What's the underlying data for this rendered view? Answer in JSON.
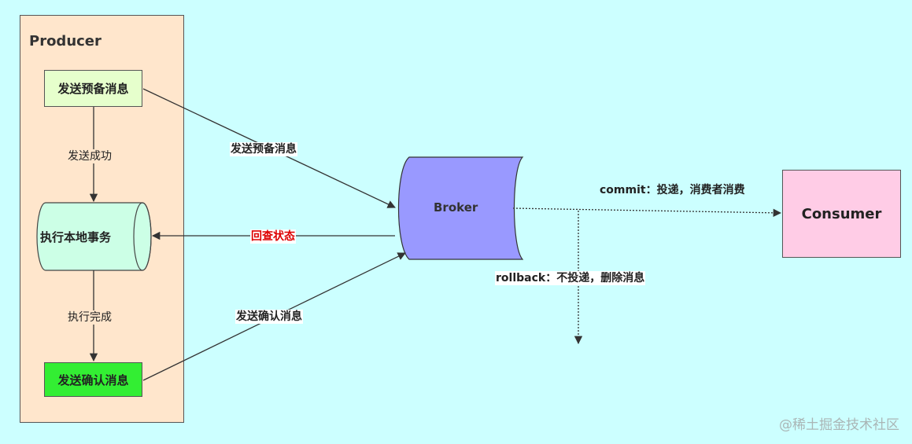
{
  "producer": {
    "title": "Producer",
    "prepare_box": "发送预备消息",
    "local_tx": "执行本地事务",
    "confirm_box": "发送确认消息",
    "edge_send_success": "发送成功",
    "edge_exec_done": "执行完成"
  },
  "broker": {
    "label": "Broker"
  },
  "consumer": {
    "label": "Consumer"
  },
  "edges": {
    "send_prepare": "发送预备消息",
    "check_status": "回查状态",
    "send_confirm": "发送确认消息",
    "commit": "commit：投递，消费者消费",
    "rollback": "rollback：不投递，删除消息"
  },
  "watermark": "@稀土掘金技术社区",
  "colors": {
    "background": "#ccffff",
    "producer_panel": "#ffe6cc",
    "prepare_box": "#e6ffcc",
    "local_tx": "#ccffe6",
    "confirm_box": "#33ee33",
    "broker": "#9999ff",
    "consumer": "#ffcce6",
    "check_status_text": "#dd0000"
  }
}
